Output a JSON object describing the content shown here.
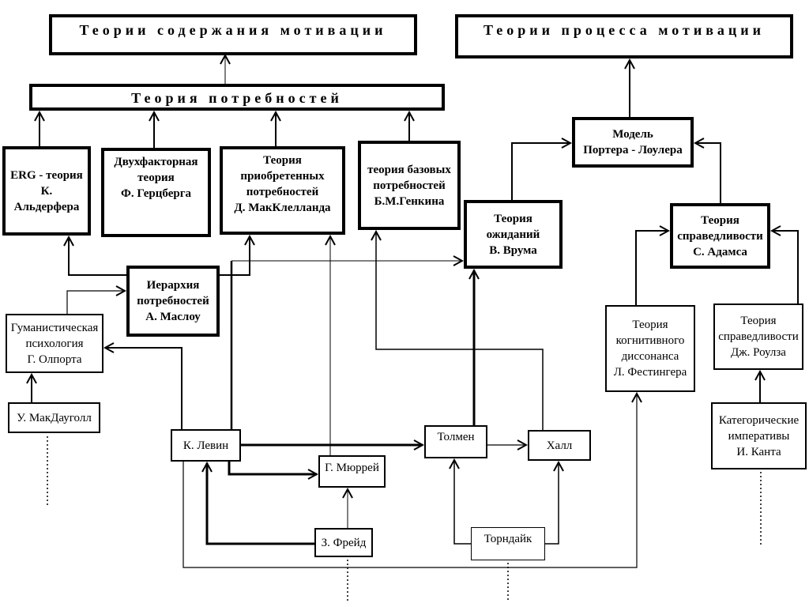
{
  "titles": {
    "content": "Теории содержания мотивации",
    "process": "Теории процесса мотивации",
    "needs": "Теория потребностей"
  },
  "boxes": {
    "erg": [
      "ERG - теория",
      "К.",
      "Альдерфера"
    ],
    "herzberg": [
      "Двухфакторная",
      "теория",
      "Ф. Герцберга"
    ],
    "mcclelland": [
      "Теория",
      "приобретенных",
      "потребностей",
      "Д. МакКлелланда"
    ],
    "genkin": [
      "теория базовых",
      "потребностей",
      "Б.М.Генкина"
    ],
    "vroom": [
      "Теория",
      "ожиданий",
      "В. Врума"
    ],
    "porter": [
      "Модель",
      "Портера - Лоулера"
    ],
    "adams": [
      "Теория",
      "справедливости",
      "С. Адамса"
    ],
    "maslow": [
      "Иерархия",
      "потребностей",
      "А. Маслоу"
    ],
    "allport": [
      "Гуманистическая",
      "психология",
      "Г. Олпорта"
    ],
    "mcdougall": [
      "У. МакДауголл"
    ],
    "festinger": [
      "Теория",
      "когнитивного",
      "диссонанса",
      "Л. Фестингера"
    ],
    "rawls": [
      "Теория",
      "справедливости",
      "Дж. Роулза"
    ],
    "kant": [
      "Категорические",
      "императивы",
      "И. Канта"
    ],
    "lewin": [
      "К. Левин"
    ],
    "murray": [
      "Г. Мюррей"
    ],
    "freud": [
      "З. Фрейд"
    ],
    "tolman": [
      "Толмен"
    ],
    "hull": [
      "Халл"
    ],
    "thorndike": [
      "Торндайк"
    ]
  }
}
